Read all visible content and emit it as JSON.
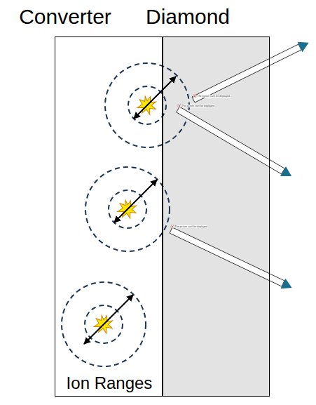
{
  "diagram": {
    "nodes": [
      {
        "text": [
          "Converter"
        ]
      },
      {
        "text": [
          "Diamond"
        ]
      }
    ],
    "labels": [
      "Ion Ranges",
      "The picture can't be displayed.",
      "The picture can't be displayed.",
      "The picture can't be displayed."
    ]
  }
}
